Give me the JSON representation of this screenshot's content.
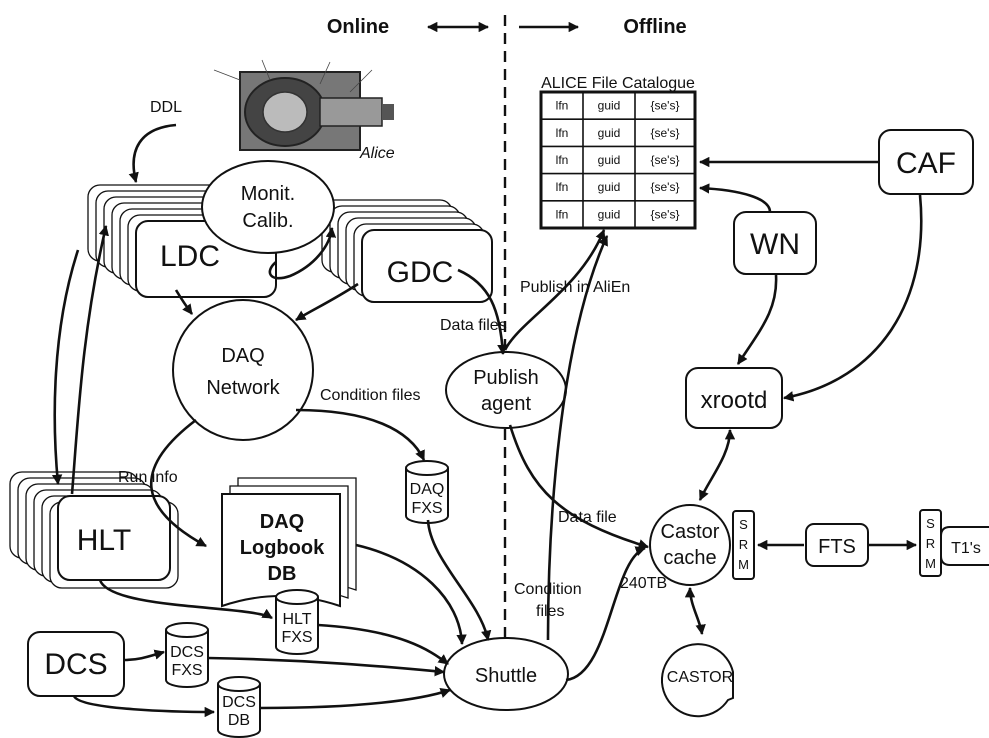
{
  "header": {
    "online": "Online",
    "offline": "Offline"
  },
  "nodes": {
    "ldc": "LDC",
    "gdc": "GDC",
    "monit_line1": "Monit.",
    "monit_line2": "Calib.",
    "daq_network_line1": "DAQ",
    "daq_network_line2": "Network",
    "hlt": "HLT",
    "dcs": "DCS",
    "daq_logbook_line1": "DAQ",
    "daq_logbook_line2": "Logbook",
    "daq_logbook_line3": "DB",
    "daq_fxs_line1": "DAQ",
    "daq_fxs_line2": "FXS",
    "hlt_fxs_line1": "HLT",
    "hlt_fxs_line2": "FXS",
    "dcs_fxs_line1": "DCS",
    "dcs_fxs_line2": "FXS",
    "dcs_db_line1": "DCS",
    "dcs_db_line2": "DB",
    "shuttle": "Shuttle",
    "publish_line1": "Publish",
    "publish_line2": "agent",
    "castor_cache_line1": "Castor",
    "castor_cache_line2": "cache",
    "castor": "CASTOR",
    "caf": "CAF",
    "wn": "WN",
    "xrootd": "xrootd",
    "fts": "FTS",
    "t1": "T1's",
    "srm": [
      "S",
      "R",
      "M"
    ],
    "alice_logo": "Alice"
  },
  "catalogue": {
    "title": "ALICE File Catalogue",
    "rows": [
      [
        "lfn",
        "guid",
        "{se's}"
      ],
      [
        "lfn",
        "guid",
        "{se's}"
      ],
      [
        "lfn",
        "guid",
        "{se's}"
      ],
      [
        "lfn",
        "guid",
        "{se's}"
      ],
      [
        "lfn",
        "guid",
        "{se's}"
      ]
    ]
  },
  "edges": {
    "ddl": "DDL",
    "data_files": "Data files",
    "publish_in_alien": "Publish in AliEn",
    "condition_files": "Condition files",
    "run_info": "Run info",
    "data_file": "Data file",
    "capacity": "240TB",
    "condition_files_2_line1": "Condition",
    "condition_files_2_line2": "files"
  }
}
